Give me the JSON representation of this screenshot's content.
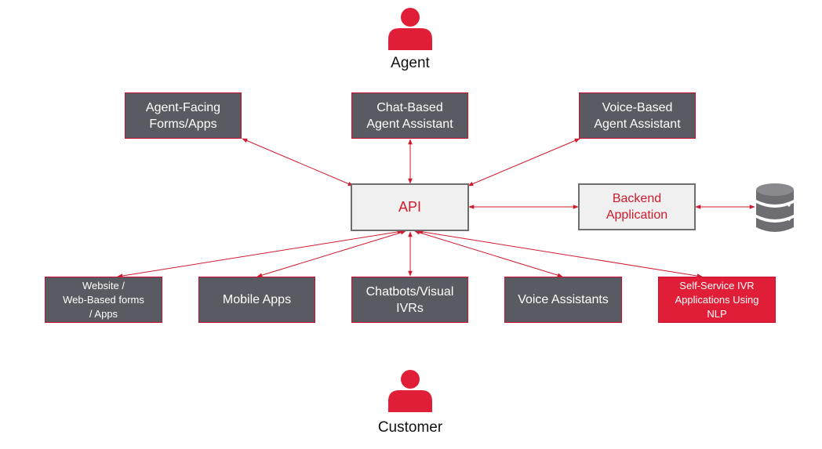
{
  "people": {
    "agent": {
      "label": "Agent"
    },
    "customer": {
      "label": "Customer"
    }
  },
  "nodes": {
    "agent_forms": {
      "label": "Agent-Facing\nForms/Apps"
    },
    "chat_assistant": {
      "label": "Chat-Based\nAgent Assistant"
    },
    "voice_assistant_agent": {
      "label": "Voice-Based\nAgent Assistant"
    },
    "api": {
      "label": "API"
    },
    "backend": {
      "label": "Backend\nApplication"
    },
    "website": {
      "label": "Website /\nWeb-Based forms\n/ Apps"
    },
    "mobile": {
      "label": "Mobile Apps"
    },
    "chatbots": {
      "label": "Chatbots/Visual\nIVRs"
    },
    "voice_assistants": {
      "label": "Voice Assistants"
    },
    "ivr_nlp": {
      "label": "Self-Service IVR\nApplications Using\nNLP"
    }
  },
  "icons": {
    "person": "person-icon",
    "database": "database-icon"
  },
  "colors": {
    "accent": "#e01e37",
    "box_dark": "#5a5a62",
    "box_light": "#f0f0f0",
    "arrow": "#d01a2e"
  }
}
